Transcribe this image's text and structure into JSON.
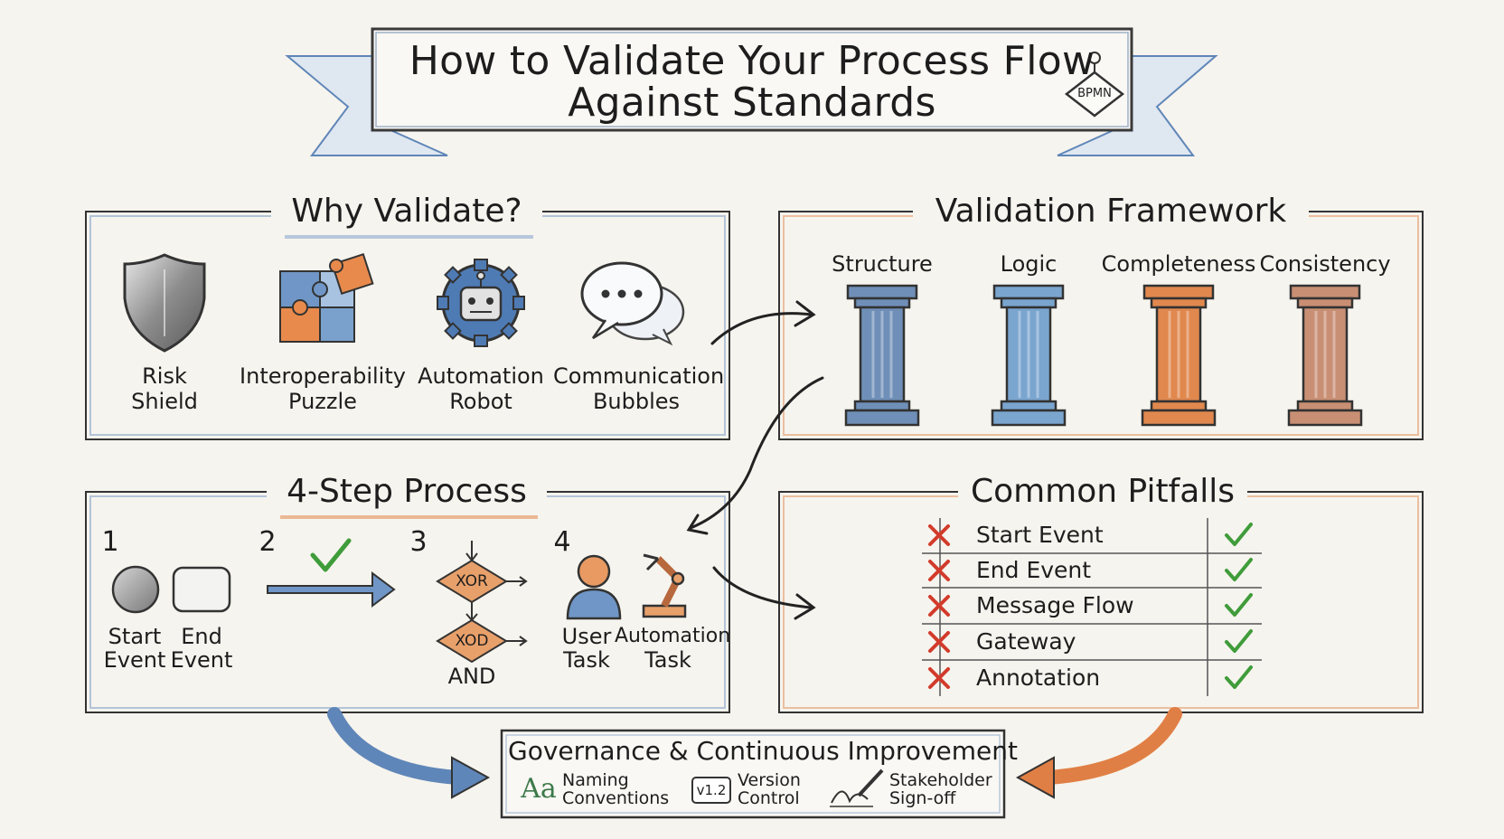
{
  "title": {
    "line1": "How to Validate Your Process Flow",
    "line2": "Against Standards",
    "badge": "BPMN"
  },
  "why_validate": {
    "heading": "Why Validate?",
    "items": [
      {
        "icon": "shield-icon",
        "line1": "Risk",
        "line2": "Shield"
      },
      {
        "icon": "puzzle-icon",
        "line1": "Interoperability",
        "line2": "Puzzle"
      },
      {
        "icon": "robot-gear-icon",
        "line1": "Automation",
        "line2": "Robot"
      },
      {
        "icon": "speech-bubbles-icon",
        "line1": "Communication",
        "line2": "Bubbles"
      }
    ]
  },
  "framework": {
    "heading": "Validation Framework",
    "pillars": [
      {
        "label": "Structure",
        "color": "#6f8fb8"
      },
      {
        "label": "Logic",
        "color": "#7aa5cf"
      },
      {
        "label": "Completeness",
        "color": "#e0884e"
      },
      {
        "label": "Consistency",
        "color": "#c98f74"
      }
    ]
  },
  "process": {
    "heading": "4-Step Process",
    "steps": [
      {
        "number": "1",
        "labels": [
          [
            "Start",
            "Event"
          ],
          [
            "End",
            "Event"
          ]
        ]
      },
      {
        "number": "2"
      },
      {
        "number": "3",
        "gateway1": "XOR",
        "gateway2": "XOD",
        "caption": "AND"
      },
      {
        "number": "4",
        "labels": [
          [
            "User",
            "Task"
          ],
          [
            "Automation",
            "Task"
          ]
        ]
      }
    ]
  },
  "pitfalls": {
    "heading": "Common Pitfalls",
    "rows": [
      "Start Event",
      "End Event",
      "Message Flow",
      "Gateway",
      "Annotation"
    ]
  },
  "governance": {
    "heading": "Governance & Continuous Improvement",
    "items": [
      {
        "icon": "typography-icon",
        "glyph": "Aa",
        "line1": "Naming",
        "line2": "Conventions"
      },
      {
        "icon": "version-tag-icon",
        "glyph": "v1.2",
        "line1": "Version",
        "line2": "Control"
      },
      {
        "icon": "signature-pen-icon",
        "line1": "Stakeholder",
        "line2": "Sign-off"
      }
    ]
  },
  "colors": {
    "blue": "#5f86b8",
    "orange": "#e07f45",
    "green": "#3f9c3a",
    "red": "#d23b2b",
    "ink": "#1d1d1d"
  }
}
